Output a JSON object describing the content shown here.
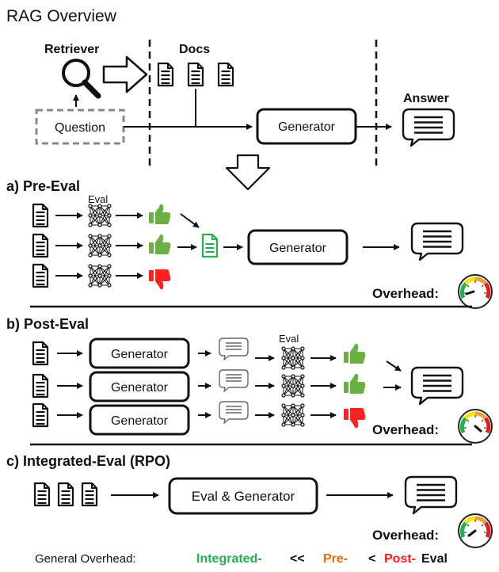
{
  "overview": {
    "title": "RAG Overview",
    "retriever": "Retriever",
    "docs": "Docs",
    "question": "Question",
    "generator": "Generator",
    "answer": "Answer"
  },
  "pre_eval": {
    "title": "a) Pre-Eval",
    "eval": "Eval",
    "generator": "Generator",
    "overhead": "Overhead:"
  },
  "post_eval": {
    "title": "b) Post-Eval",
    "eval": "Eval",
    "generator_1": "Generator",
    "generator_2": "Generator",
    "generator_3": "Generator",
    "overhead": "Overhead:"
  },
  "integrated": {
    "title": "c) Integrated-Eval (RPO)",
    "eval_generator": "Eval & Generator",
    "overhead": "Overhead:"
  },
  "footer": {
    "label": "General Overhead:",
    "integrated": "Integrated-",
    "lt_lt": "<<",
    "pre": "Pre-",
    "lt": "<",
    "post": "Post-",
    "eval": "Eval"
  },
  "colors": {
    "integrated": "#22b14c",
    "pre": "#e36c09",
    "post": "#ff1a1a",
    "thumb_up": "#6ab045",
    "thumb_down": "#ff2020",
    "good_doc": "#22b14c"
  }
}
